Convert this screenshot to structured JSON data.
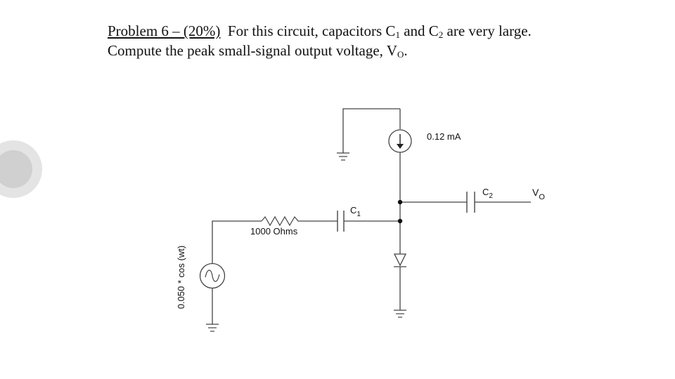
{
  "problem": {
    "heading": "Problem 6 – (20%)",
    "line1_a": "For this circuit, capacitors C",
    "c1_sub": "1",
    "line1_b": " and C",
    "c2_sub": "2",
    "line1_c": " are very large.",
    "line2_a": "Compute the peak small-signal output voltage, V",
    "vo_sub": "O",
    "line2_b": "."
  },
  "circuit": {
    "source_label": "0.050 * cos (wt)",
    "resistor_label": "1000 Ohms",
    "c1_label": "C",
    "c1_sub": "1",
    "c2_label": "C",
    "c2_sub": "2",
    "current_label": "0.12 mA",
    "vo_label": "V",
    "vo_sub": "O",
    "icons": [
      "ac-voltage-source-icon",
      "resistor-icon",
      "capacitor-icon",
      "current-source-icon",
      "diode-icon",
      "ground-icon"
    ]
  },
  "colors": {
    "wire": "#444444",
    "text": "#111111",
    "nav": "#d0d0d0"
  }
}
